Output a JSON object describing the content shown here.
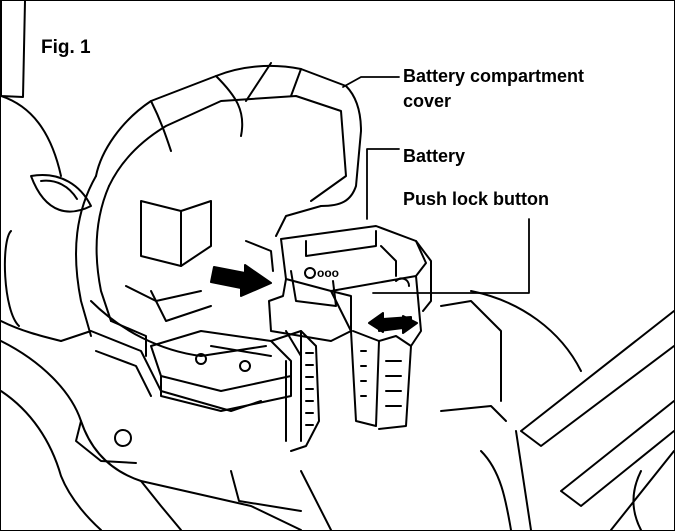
{
  "figure": {
    "title": "Fig. 1",
    "callouts": {
      "cover_line1": "Battery compartment",
      "cover_line2": "cover",
      "battery": "Battery",
      "push_lock": "Push lock button"
    },
    "battery_face_text": "ooo"
  }
}
